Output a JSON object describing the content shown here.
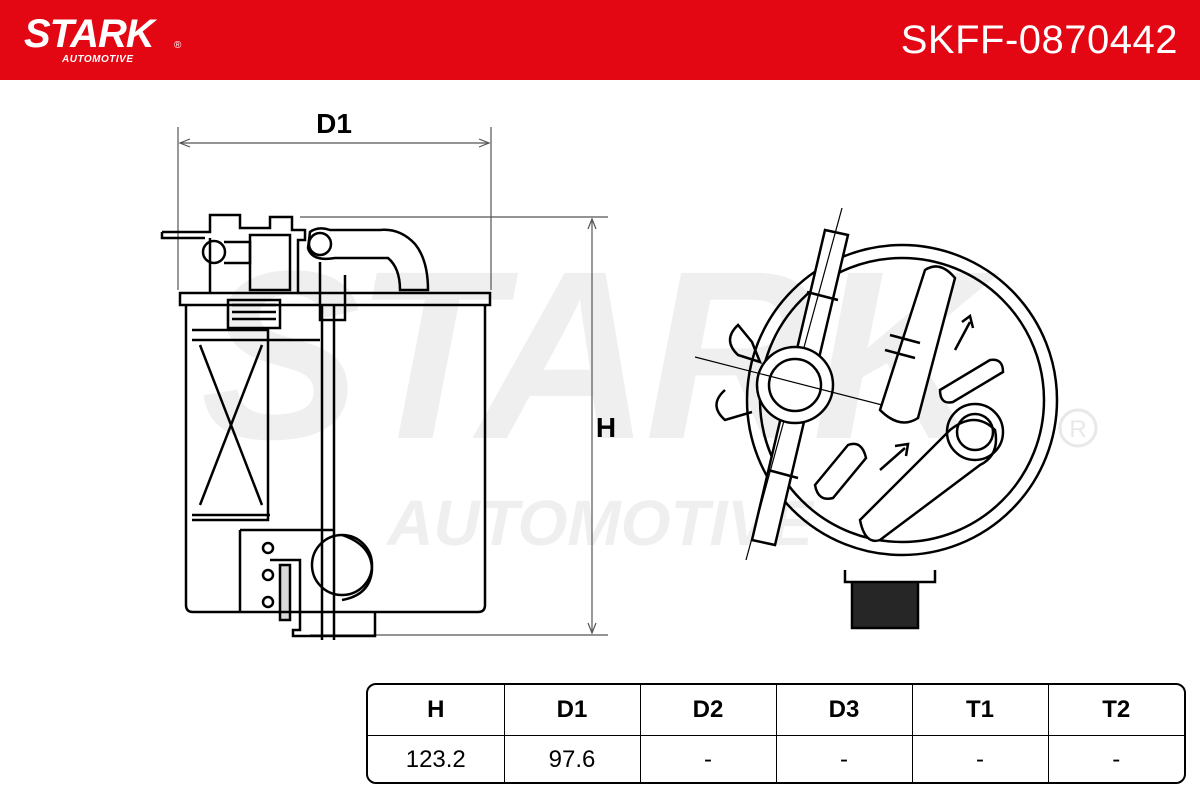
{
  "header": {
    "brand": "STARK",
    "brand_sub": "AUTOMOTIVE",
    "part_number": "SKFF-0870442",
    "background_color": "#e30613"
  },
  "watermark": {
    "main": "STARK",
    "sub": "AUTOMOTIVE",
    "color": "#f0f0f0"
  },
  "drawing": {
    "label_d1": "D1",
    "label_h": "H"
  },
  "dimensions_table": {
    "headers": [
      "H",
      "D1",
      "D2",
      "D3",
      "T1",
      "T2"
    ],
    "values": [
      "123.2",
      "97.6",
      "-",
      "-",
      "-",
      "-"
    ]
  }
}
